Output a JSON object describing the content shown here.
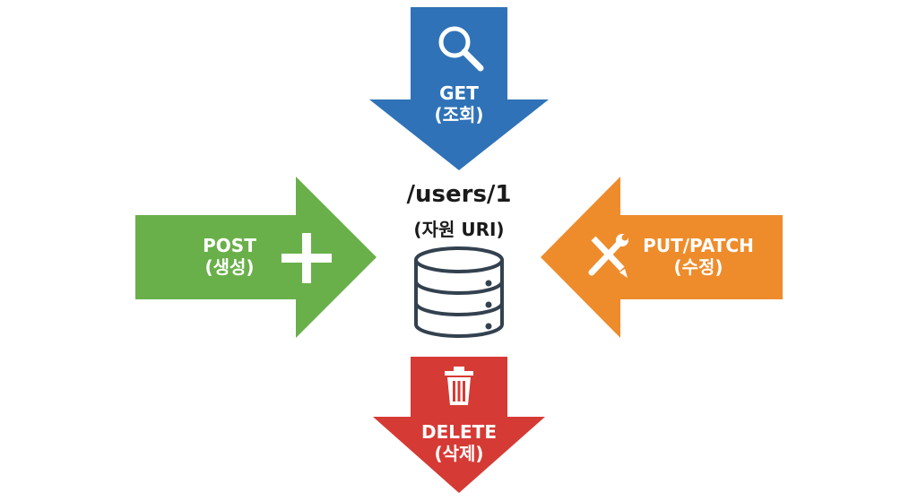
{
  "resource": {
    "uri": "/users/1",
    "caption": "(자원 URI)",
    "icon": "database-icon"
  },
  "methods": {
    "get": {
      "method": "GET",
      "action": "(조회)",
      "color": "#2f72b8",
      "icon": "magnifier-icon"
    },
    "post": {
      "method": "POST",
      "action": "(생성)",
      "color": "#6ab04a",
      "icon": "plus-icon"
    },
    "put": {
      "method": "PUT/PATCH",
      "action": "(수정)",
      "color": "#ee8c2c",
      "icon": "wrench-pencil-icon"
    },
    "delete": {
      "method": "DELETE",
      "action": "(삭제)",
      "color": "#d63a35",
      "icon": "trash-icon"
    }
  }
}
